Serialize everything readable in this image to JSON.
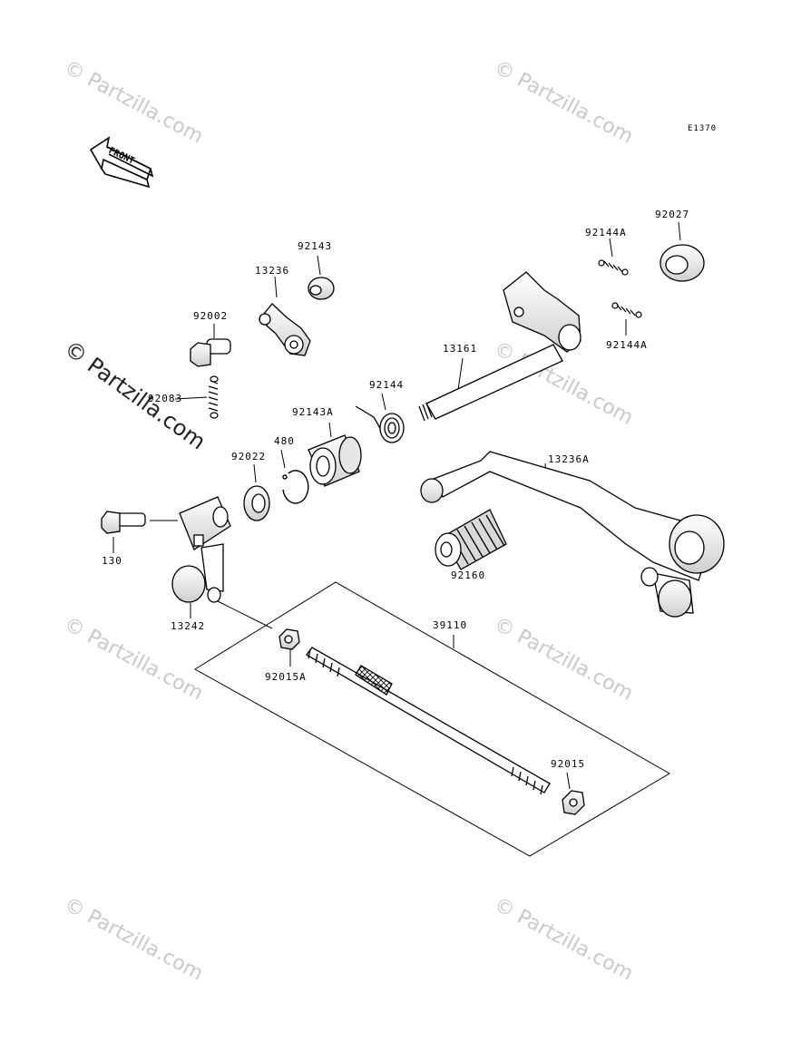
{
  "diagram_code": "E1370",
  "front_label": "FRONT",
  "watermark": "© Partzilla.com",
  "parts": {
    "p92143": "92143",
    "p13236": "13236",
    "p92002": "92002",
    "p92083": "92083",
    "p92144A_top": "92144A",
    "p92027": "92027",
    "p92144A_bot": "92144A",
    "p13161": "13161",
    "p92144": "92144",
    "p92143A": "92143A",
    "p480": "480",
    "p92022": "92022",
    "p13236A": "13236A",
    "p130": "130",
    "p92160": "92160",
    "p13242": "13242",
    "p39110": "39110",
    "p92015A": "92015A",
    "p92015": "92015"
  }
}
